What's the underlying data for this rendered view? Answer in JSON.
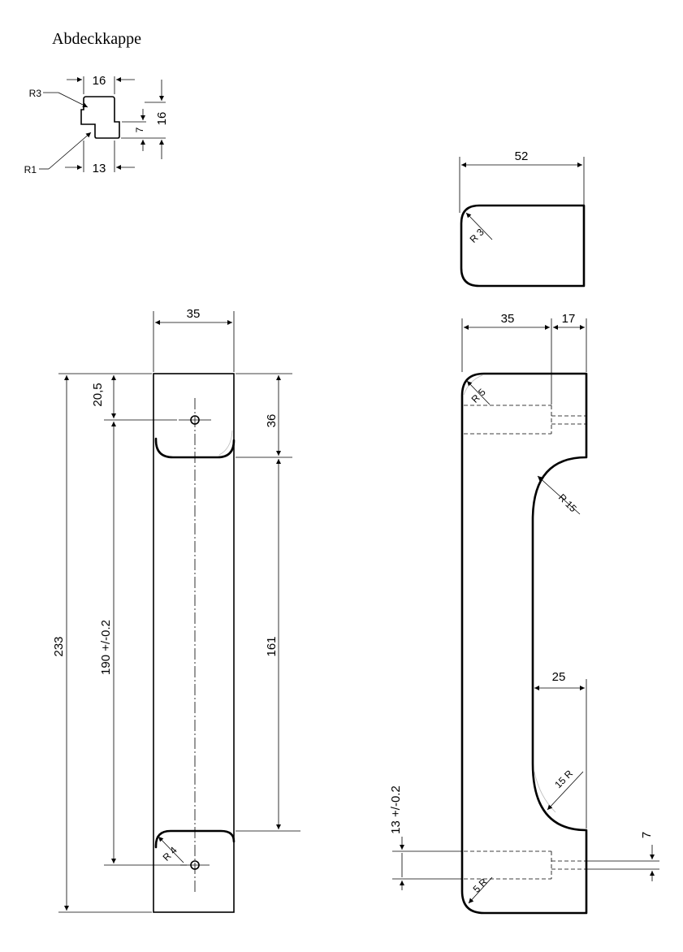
{
  "title": "Abdeckkappe",
  "cap": {
    "width_top": "16",
    "width_bottom": "13",
    "height": "16",
    "step": "7",
    "radius_outer": "R3",
    "radius_inner": "R1"
  },
  "top_view": {
    "width": "52",
    "radius": "R 3"
  },
  "front_view": {
    "width": "35",
    "overall_height": "233",
    "hole_offset": "20,5",
    "hole_spacing": "190 +/-0.2",
    "pocket_depth": "36",
    "pocket_spacing": "161",
    "radius": "R 4"
  },
  "side_view": {
    "width_main": "35",
    "width_step": "17",
    "width_mid": "25",
    "hole_offset": "13 +/-0.2",
    "hole_gap": "7",
    "radius_corner_top": "R 5",
    "radius_corner_bottom": "5 R",
    "radius_upper": "R 15",
    "radius_lower": "15 R"
  }
}
